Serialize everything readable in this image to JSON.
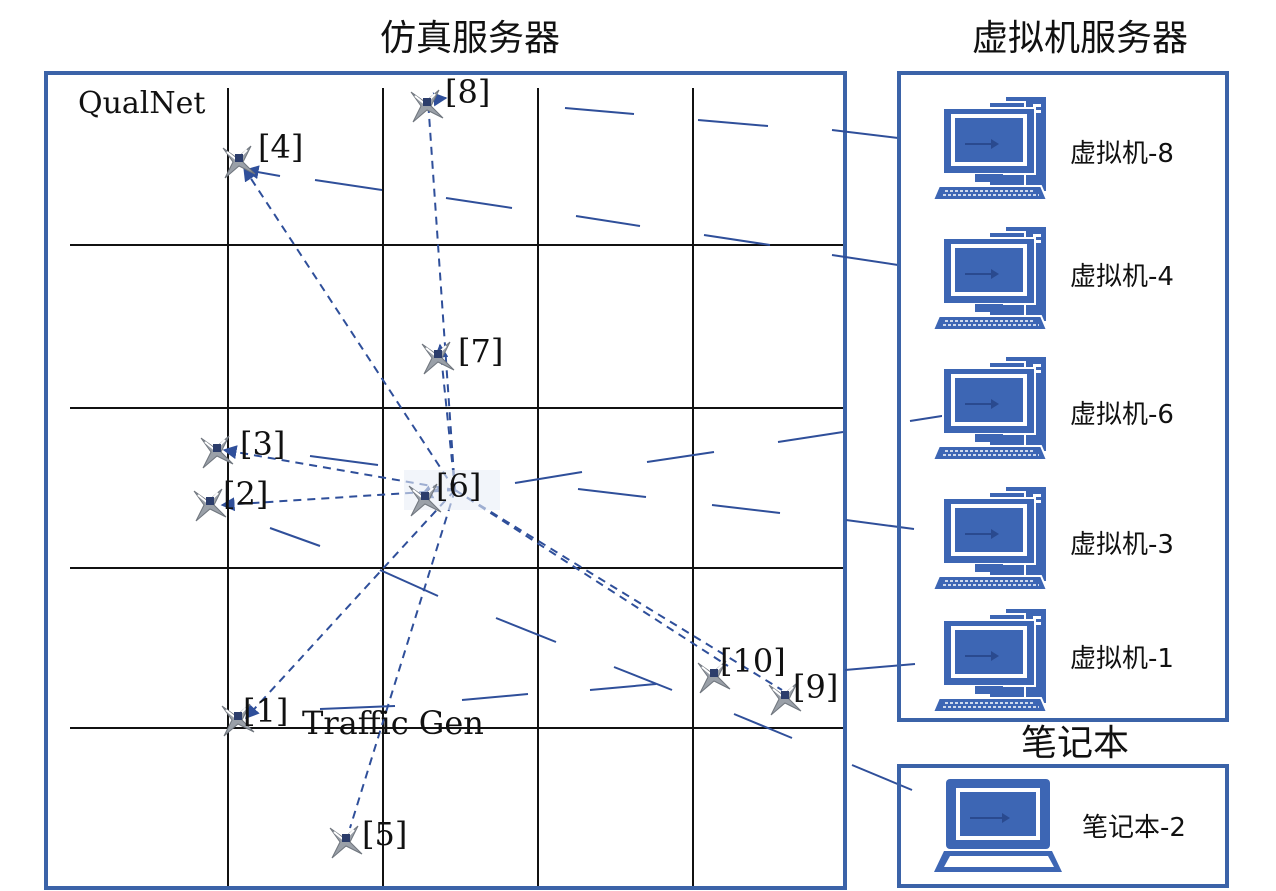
{
  "headings": {
    "sim_server": "仿真服务器",
    "vm_server": "虚拟机服务器",
    "laptop_section": "笔记本"
  },
  "sim": {
    "qualnet_label": "QualNet",
    "traffic_gen_label": "Traffic Gen",
    "nodes": [
      {
        "id": "node-1",
        "label": "[1]"
      },
      {
        "id": "node-2",
        "label": "[2]"
      },
      {
        "id": "node-3",
        "label": "[3]"
      },
      {
        "id": "node-4",
        "label": "[4]"
      },
      {
        "id": "node-5",
        "label": "[5]"
      },
      {
        "id": "node-6",
        "label": "[6]"
      },
      {
        "id": "node-7",
        "label": "[7]"
      },
      {
        "id": "node-8",
        "label": "[8]"
      },
      {
        "id": "node-9",
        "label": "[9]"
      },
      {
        "id": "node-10",
        "label": "[10]"
      }
    ]
  },
  "vms": [
    {
      "label": "虚拟机-8"
    },
    {
      "label": "虚拟机-4"
    },
    {
      "label": "虚拟机-6"
    },
    {
      "label": "虚拟机-3"
    },
    {
      "label": "虚拟机-1"
    }
  ],
  "laptop": {
    "label": "笔记本-2"
  },
  "colors": {
    "frame": "#3b63a8",
    "link": "#2f4f9a",
    "computer": "#3d66b4",
    "grid": "#111111"
  }
}
